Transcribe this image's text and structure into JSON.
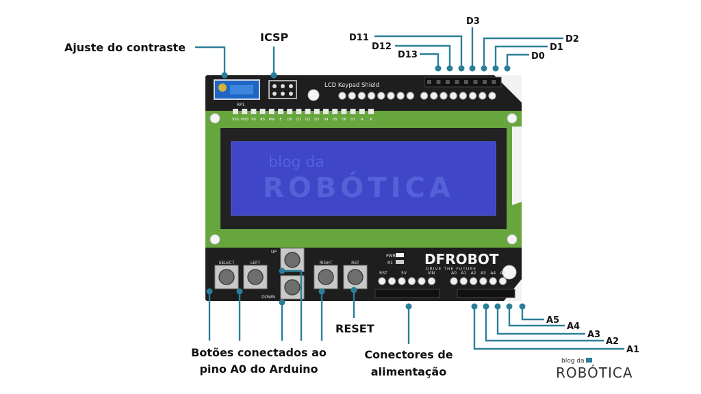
{
  "labels": {
    "contrast": "Ajuste do contraste",
    "icsp": "ICSP",
    "reset": "RESET",
    "buttons_line1": "Botões conectados ao",
    "buttons_line2": "pino A0 do Arduino",
    "power_line1": "Conectores de",
    "power_line2": "alimentação"
  },
  "digital_pins": [
    "D11",
    "D12",
    "D13",
    "D3",
    "D2",
    "D1",
    "D0"
  ],
  "analog_pins": [
    "A5",
    "A4",
    "A3",
    "A2",
    "A1"
  ],
  "board": {
    "title": "LCD Keypad Shield",
    "rp1": "RP1",
    "lcd_pins": [
      "VSS",
      "VDD",
      "V0",
      "RS",
      "RW",
      "E",
      "D0",
      "D1",
      "D2",
      "D3",
      "D4",
      "D5",
      "D6",
      "D7",
      "A",
      "K"
    ],
    "lcd_watermark_top": "blog da",
    "lcd_watermark_main": "ROBÓTICA",
    "buttons": [
      "SELECT",
      "LEFT",
      "UP",
      "DOWN",
      "RIGHT",
      "RST"
    ],
    "pwr": "PWR",
    "r1": "R1",
    "power_pins": [
      "RST",
      "5V",
      "VIN"
    ],
    "analog_header": [
      "A0",
      "A1",
      "A2",
      "A3",
      "A4",
      "A5"
    ],
    "brand": "DFROBOT",
    "brand_tagline": "DRIVE THE FUTURE"
  },
  "logo": {
    "top": "blog da",
    "main": "ROBÓTICA"
  },
  "colors": {
    "leader": "#2a7e97",
    "pcb": "#1e1e1e",
    "green_band": "#67a63d",
    "lcd": "#3f47c8"
  }
}
